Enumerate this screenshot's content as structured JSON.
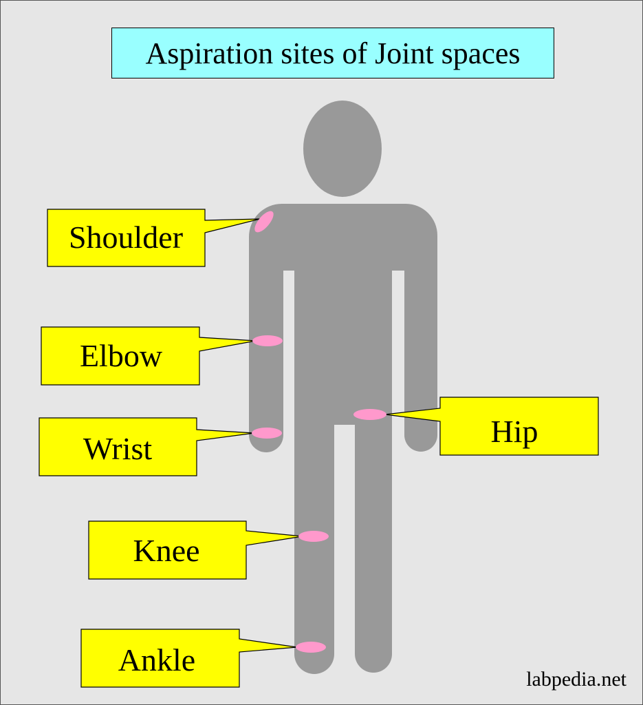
{
  "title": "Aspiration sites of Joint spaces",
  "watermark": "labpedia.net",
  "colors": {
    "background": "#e6e6e6",
    "title_fill": "#99ffff",
    "body_fill": "#999999",
    "joint_marker": "#ff99cc",
    "callout_fill": "#ffff00"
  },
  "labels": {
    "shoulder": "Shoulder",
    "elbow": "Elbow",
    "wrist": "Wrist",
    "hip": "Hip",
    "knee": "Knee",
    "ankle": "Ankle"
  }
}
